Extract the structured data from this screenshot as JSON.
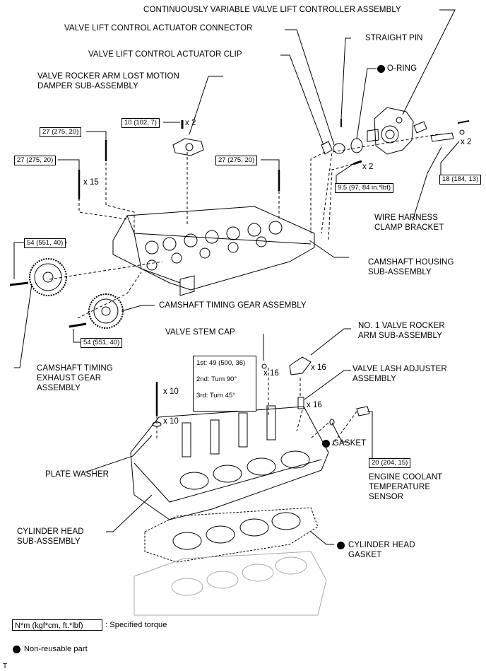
{
  "labels": {
    "cvvl_controller": "CONTINUOUSLY VARIABLE VALVE LIFT CONTROLLER ASSEMBLY",
    "actuator_connector": "VALVE LIFT CONTROL ACTUATOR CONNECTOR",
    "straight_pin": "STRAIGHT PIN",
    "actuator_clip": "VALVE LIFT CONTROL ACTUATOR CLIP",
    "o_ring": "O-RING",
    "lost_motion_damper": "VALVE ROCKER ARM LOST MOTION\nDAMPER SUB-ASSEMBLY",
    "wire_harness_bracket": "WIRE HARNESS\nCLAMP BRACKET",
    "camshaft_housing": "CAMSHAFT HOUSING\nSUB-ASSEMBLY",
    "camshaft_timing_gear": "CAMSHAFT TIMING GEAR ASSEMBLY",
    "valve_stem_cap": "VALVE STEM CAP",
    "no1_rocker_arm": "NO. 1 VALVE ROCKER\nARM SUB-ASSEMBLY",
    "camshaft_exhaust_gear": "CAMSHAFT TIMING\nEXHAUST GEAR\nASSEMBLY",
    "valve_lash_adjuster": "VALVE LASH ADJUSTER\nASSEMBLY",
    "gasket": "GASKET",
    "plate_washer": "PLATE WASHER",
    "coolant_temp_sensor": "ENGINE COOLANT\nTEMPERATURE\nSENSOR",
    "cylinder_head": "CYLINDER HEAD\nSUB-ASSEMBLY",
    "cylinder_head_gasket": "CYLINDER HEAD\nGASKET"
  },
  "torques": {
    "damper_bolt": "10 (102, 7)",
    "bolt_27_a": "27 (275, 20)",
    "bolt_27_b": "27 (275, 20)",
    "bolt_27_c": "27 (275, 20)",
    "actuator_bolt": "9.5 (97, 84 in.*lbf)",
    "bracket_bolt": "18 (184, 13)",
    "exhaust_gear_bolt": "54 (551, 40)",
    "timing_gear_bolt": "54 (551, 40)",
    "coolant_sensor": "20 (204, 15)",
    "head_bolt_steps": [
      "1st: 49 (500, 36)",
      "2nd: Turn 90°",
      "3rd: Turn 45°"
    ]
  },
  "quantities": {
    "damper_bolt": "x 2",
    "housing_bolt": "x 15",
    "bracket_bolt": "x 2",
    "straight_pin": "x 2",
    "valve_stem_cap": "x 16",
    "rocker_arm": "x 16",
    "lash_adjuster": "x 16",
    "head_bolt": "x 10",
    "plate_washer": "x 10"
  },
  "legend": {
    "torque_units": "N*m (kgf*cm, ft.*lbf)",
    "torque_desc": ": Specified torque",
    "non_reusable": "Non-reusable part"
  },
  "corner_mark": "T"
}
